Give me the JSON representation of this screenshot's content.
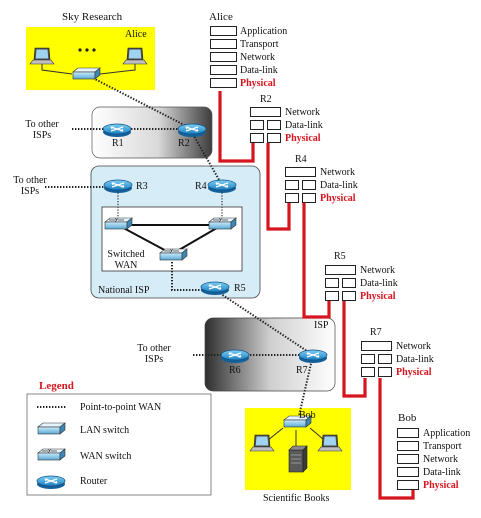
{
  "sites": {
    "sky_research": "Sky Research",
    "alice_site_label": "Alice",
    "bob_site_label": "Bob",
    "scientific_books": "Scientific Books"
  },
  "isp_labels": {
    "to_other_isps_1": [
      "To other",
      "ISPs"
    ],
    "to_other_isps_2": [
      "To other",
      "ISPs"
    ],
    "to_other_isps_3": [
      "To other",
      "ISPs"
    ],
    "national_isp": "National ISP",
    "isp": "ISP",
    "switched_wan": [
      "Switched",
      "WAN"
    ]
  },
  "routers": {
    "r1": "R1",
    "r2": "R2",
    "r3": "R3",
    "r4": "R4",
    "r5": "R5",
    "r6": "R6",
    "r7": "R7"
  },
  "stacks": {
    "alice": {
      "title": "Alice",
      "layers": [
        "Application",
        "Transport",
        "Network",
        "Data-link",
        "Physical"
      ]
    },
    "r2": {
      "title": "R2",
      "layers": [
        "Network",
        "Data-link",
        "Physical"
      ]
    },
    "r4": {
      "title": "R4",
      "layers": [
        "Network",
        "Data-link",
        "Physical"
      ]
    },
    "r5": {
      "title": "R5",
      "layers": [
        "Network",
        "Data-link",
        "Physical"
      ]
    },
    "r7": {
      "title": "R7",
      "layers": [
        "Network",
        "Data-link",
        "Physical"
      ]
    },
    "bob": {
      "title": "Bob",
      "layers": [
        "Application",
        "Transport",
        "Network",
        "Data-link",
        "Physical"
      ]
    }
  },
  "legend": {
    "title": "Legend",
    "items": [
      "Point-to-point WAN",
      "LAN switch",
      "WAN switch",
      "Router"
    ]
  },
  "colors": {
    "site_yellow": "#ffff00",
    "physical_red": "#d7151f",
    "national_isp_fill": "#d6ecf6",
    "router_blue": "#2a9ad5"
  }
}
